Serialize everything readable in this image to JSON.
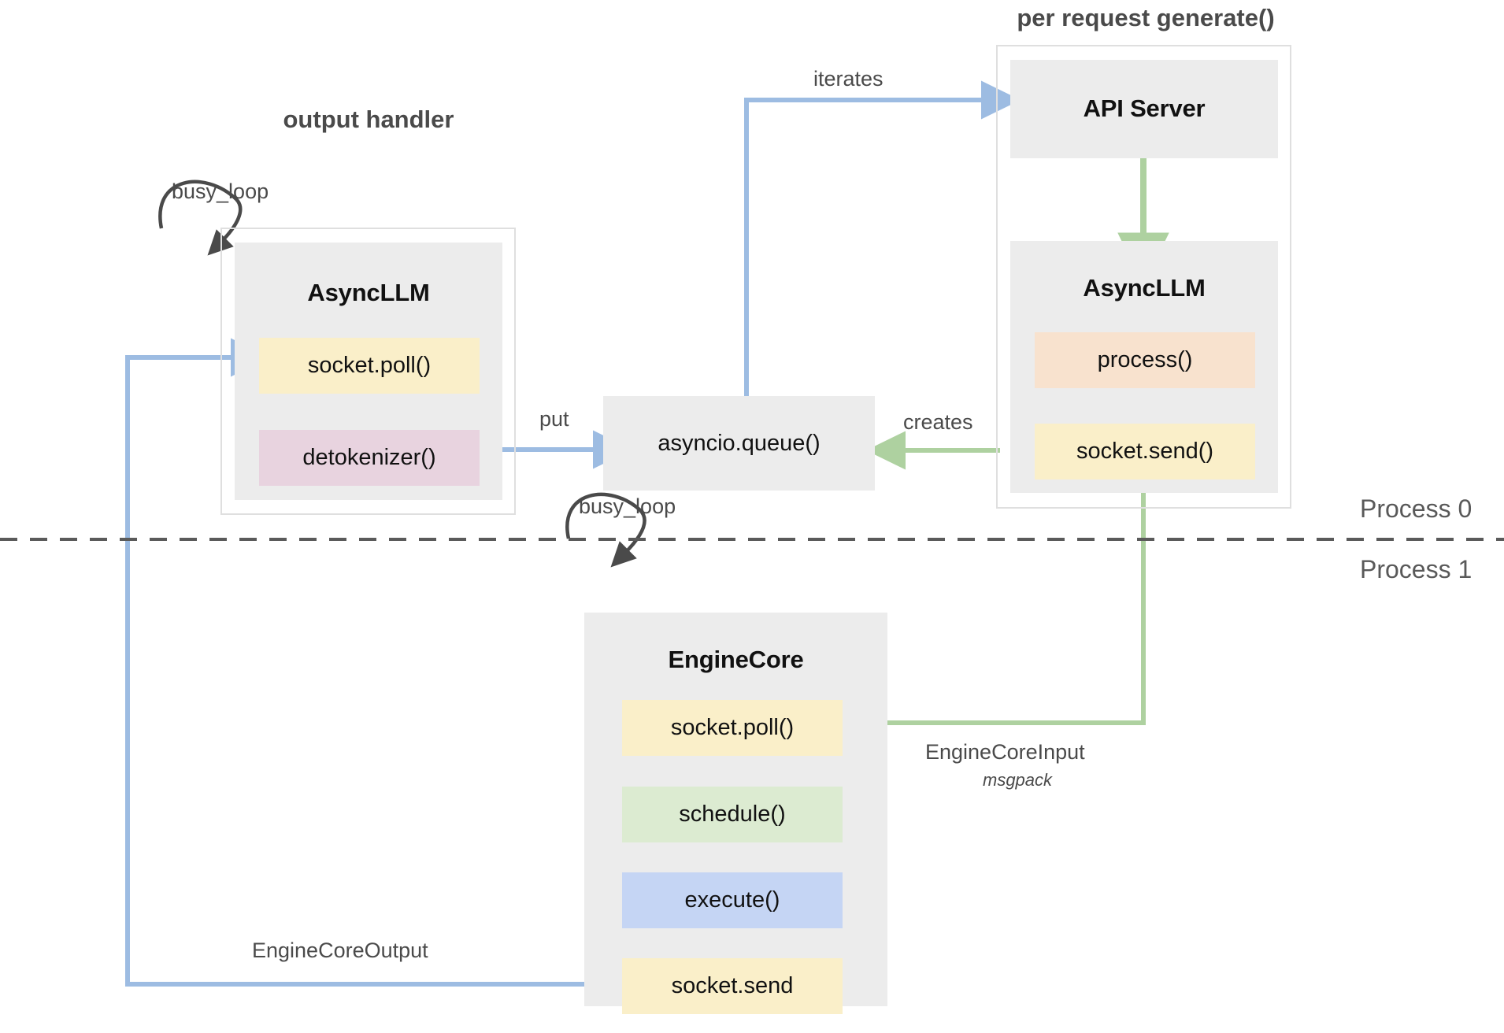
{
  "diagram": {
    "title": "vLLM V1 request flow",
    "colors": {
      "arrow_blue": "#9DBCE2",
      "arrow_green": "#AED1A0",
      "arrow_black": "#4a4a4a",
      "module_grey": "#ececec",
      "frame_border": "#dfdfdf",
      "slot_yellow": "#FAEFC9",
      "slot_pink": "#E8D3DF",
      "slot_peach": "#F8E2CE",
      "slot_green": "#DCEBD1",
      "slot_blue": "#C5D5F4"
    },
    "headings": {
      "output_handler": "output handler",
      "per_request_generate": "per request generate()"
    },
    "process_labels": {
      "process_0": "Process 0",
      "process_1": "Process 1"
    },
    "modules": {
      "async_llm_left": {
        "title": "AsyncLLM",
        "slots": [
          {
            "label": "socket.poll()",
            "color": "yellow"
          },
          {
            "label": "detokenizer()",
            "color": "pink"
          }
        ]
      },
      "api_server": {
        "title": "API Server",
        "slots": []
      },
      "async_llm_right": {
        "title": "AsyncLLM",
        "slots": [
          {
            "label": "process()",
            "color": "peach"
          },
          {
            "label": "socket.send()",
            "color": "yellow"
          }
        ]
      },
      "engine_core": {
        "title": "EngineCore",
        "slots": [
          {
            "label": "socket.poll()",
            "color": "yellow"
          },
          {
            "label": "schedule()",
            "color": "green"
          },
          {
            "label": "execute()",
            "color": "blue"
          },
          {
            "label": "socket.send",
            "color": "yellow"
          }
        ]
      },
      "asyncio_queue": {
        "label": "asyncio.queue()"
      }
    },
    "edge_labels": {
      "busy_loop_left": "busy_loop",
      "busy_loop_engine": "busy_loop",
      "iterates": "iterates",
      "put": "put",
      "creates": "creates",
      "engine_core_input": "EngineCoreInput",
      "engine_core_input_sub": "msgpack",
      "engine_core_output": "EngineCoreOutput"
    }
  }
}
